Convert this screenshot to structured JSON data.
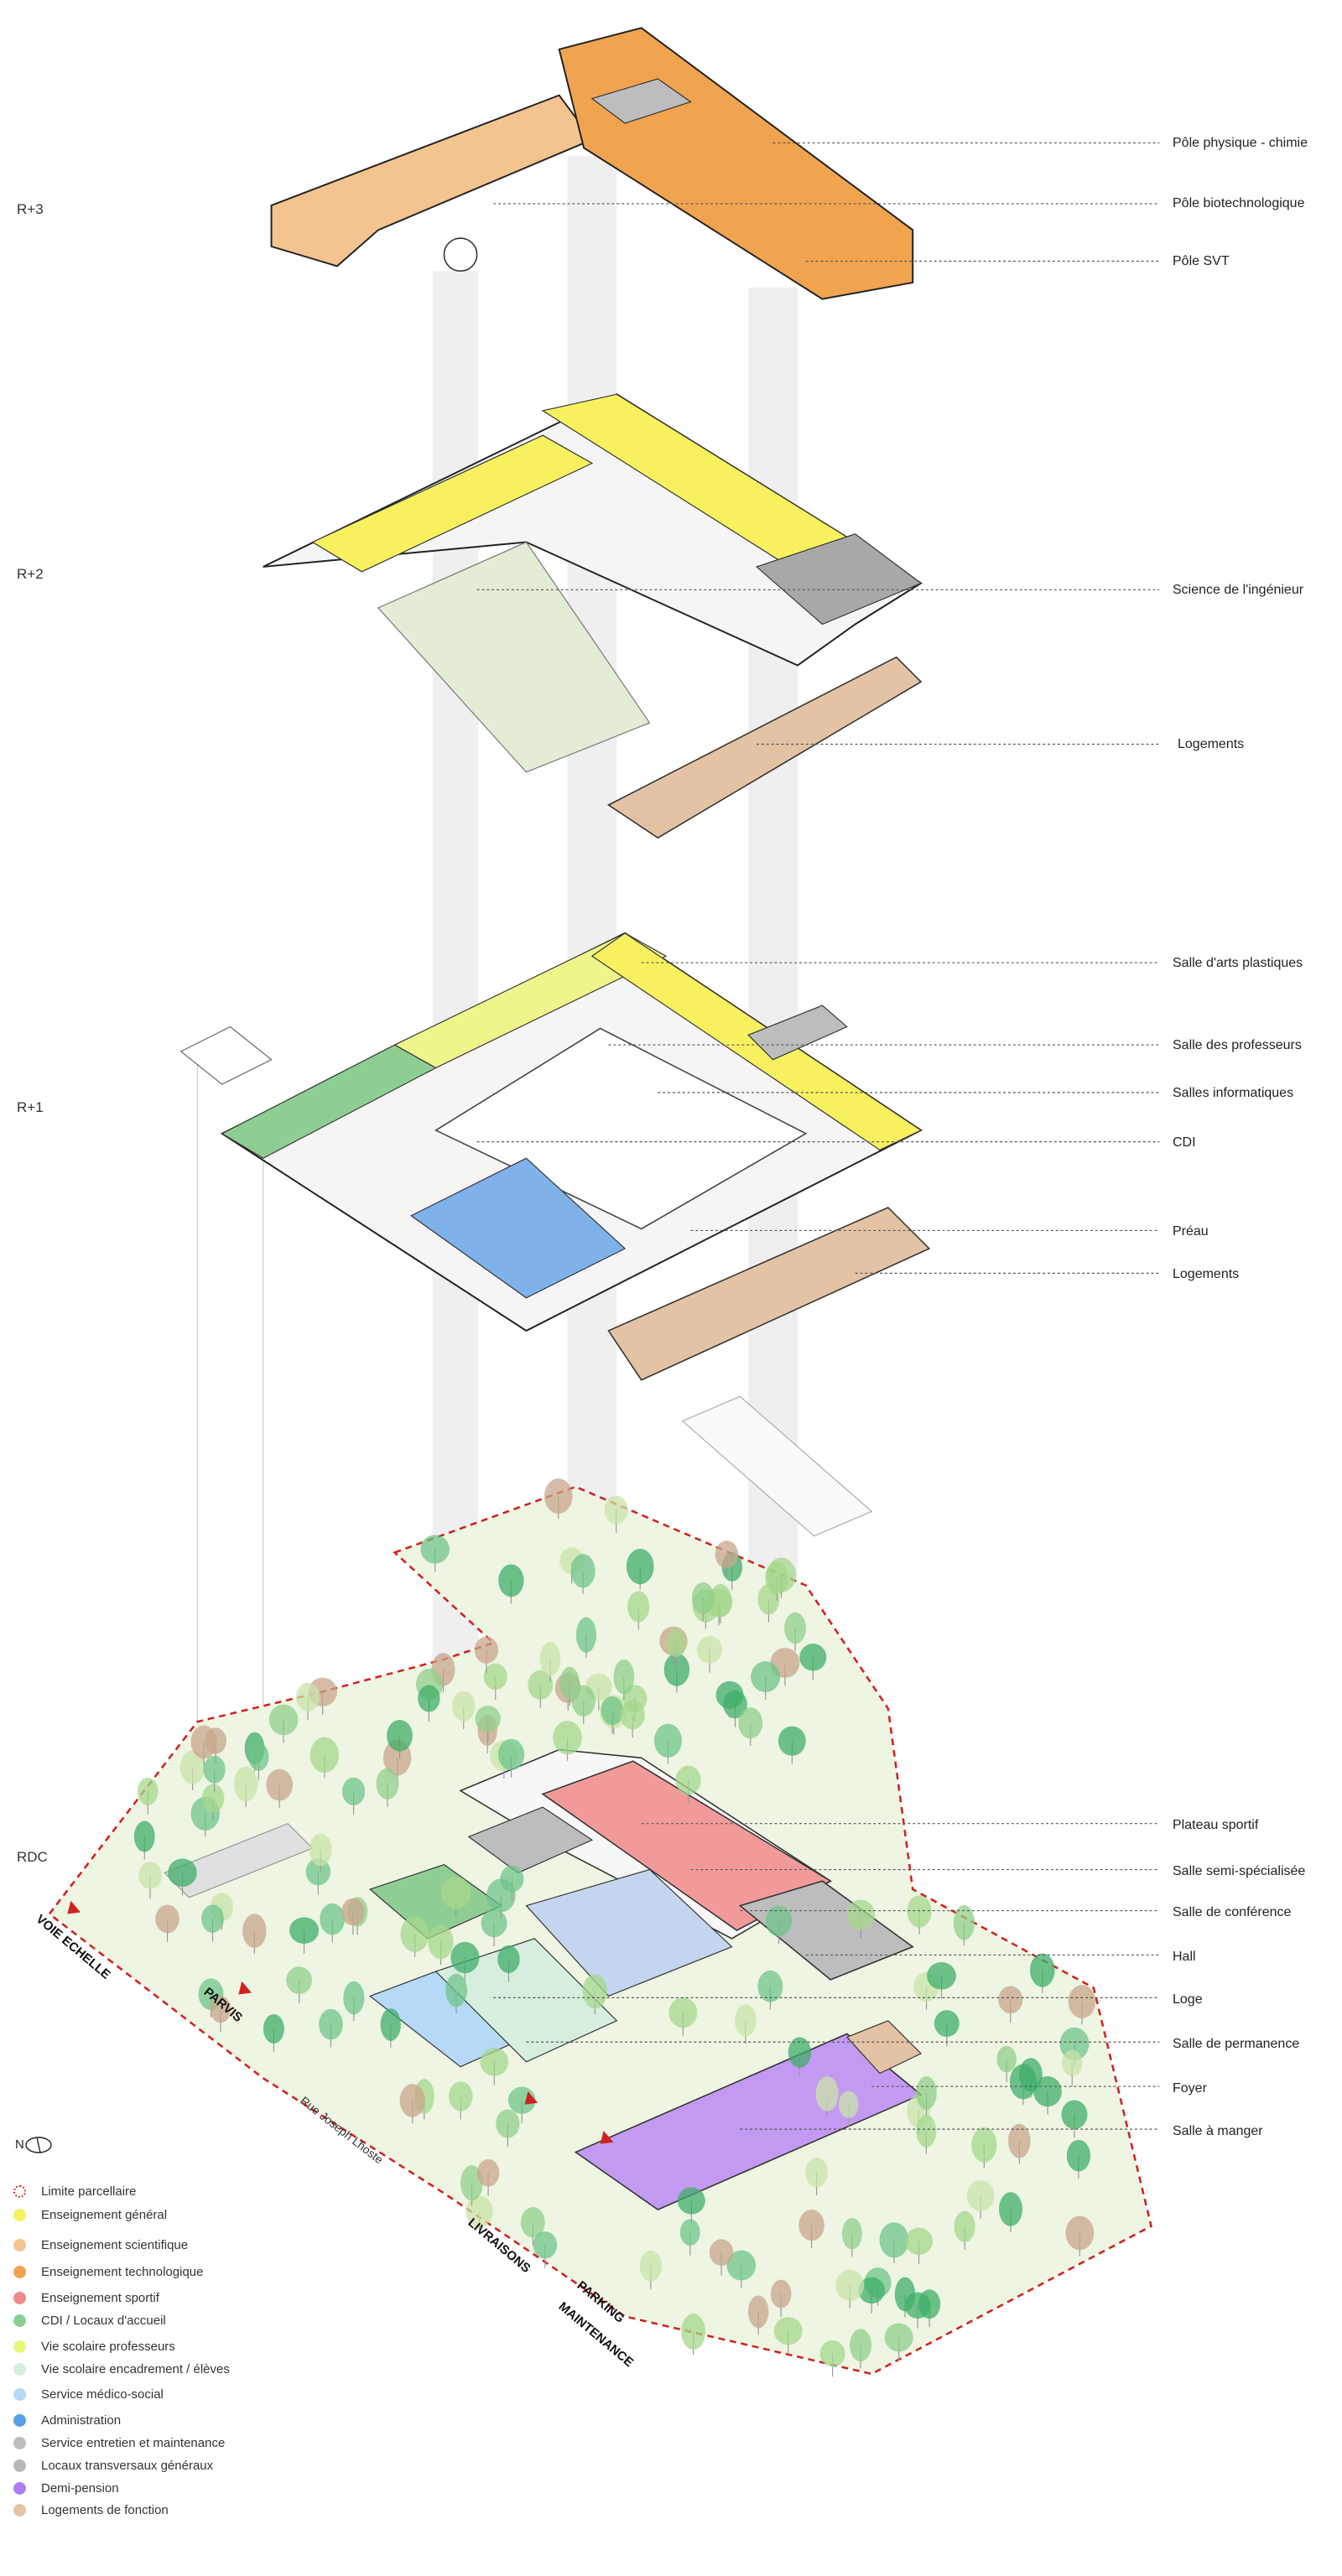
{
  "levels": {
    "r3": "R+3",
    "r2": "R+2",
    "r1": "R+1",
    "rdc": "RDC"
  },
  "labels_r3": [
    "Pôle physique - chimie",
    "Pôle biotechnologique",
    "Pôle SVT"
  ],
  "labels_r2": [
    "Science de l'ingénieur",
    "Logements"
  ],
  "labels_r1": [
    "Salle d'arts plastiques",
    "Salle des professeurs",
    "Salles informatiques",
    "CDI",
    "Préau",
    "Logements"
  ],
  "labels_rdc": [
    "Plateau sportif",
    "Salle semi-spécialisée",
    "Salle de conférence",
    "Hall",
    "Loge",
    "Salle de permanence",
    "Foyer",
    "Salle à manger"
  ],
  "streets": {
    "voie": "VOIE ECHELLE",
    "parvis": "PARVIS",
    "rue": "Rue Joseph Lhoste",
    "livraisons": "LIVRAISONS",
    "parking1": "PARKING",
    "parking2": "MAINTENANCE"
  },
  "north": "N",
  "legend": [
    {
      "label": "Limite parcellaire",
      "color": "#c0392b",
      "style": "dashed"
    },
    {
      "label": "Enseignement général",
      "color": "#f7f160"
    },
    {
      "label": "Enseignement scientifique",
      "color": "#f3c48f"
    },
    {
      "label": "Enseignement technologique",
      "color": "#f0a450"
    },
    {
      "label": "Enseignement sportif",
      "color": "#ef8a8a"
    },
    {
      "label": "CDI / Locaux d'accueil",
      "color": "#8fce92"
    },
    {
      "label": "Vie scolaire professeurs",
      "color": "#e6f77a"
    },
    {
      "label": "Vie scolaire encadrement / élèves",
      "color": "#d6eede"
    },
    {
      "label": "Service médico-social",
      "color": "#b5d9f7"
    },
    {
      "label": "Administration",
      "color": "#5c9ee8"
    },
    {
      "label": "Service entretien et maintenance",
      "color": "#bdbdbd"
    },
    {
      "label": "Locaux transversaux généraux",
      "color": "#b8b8b8"
    },
    {
      "label": "Demi-pension",
      "color": "#b07ef0"
    },
    {
      "label": "Logements de fonction",
      "color": "#e3c3a3"
    }
  ]
}
